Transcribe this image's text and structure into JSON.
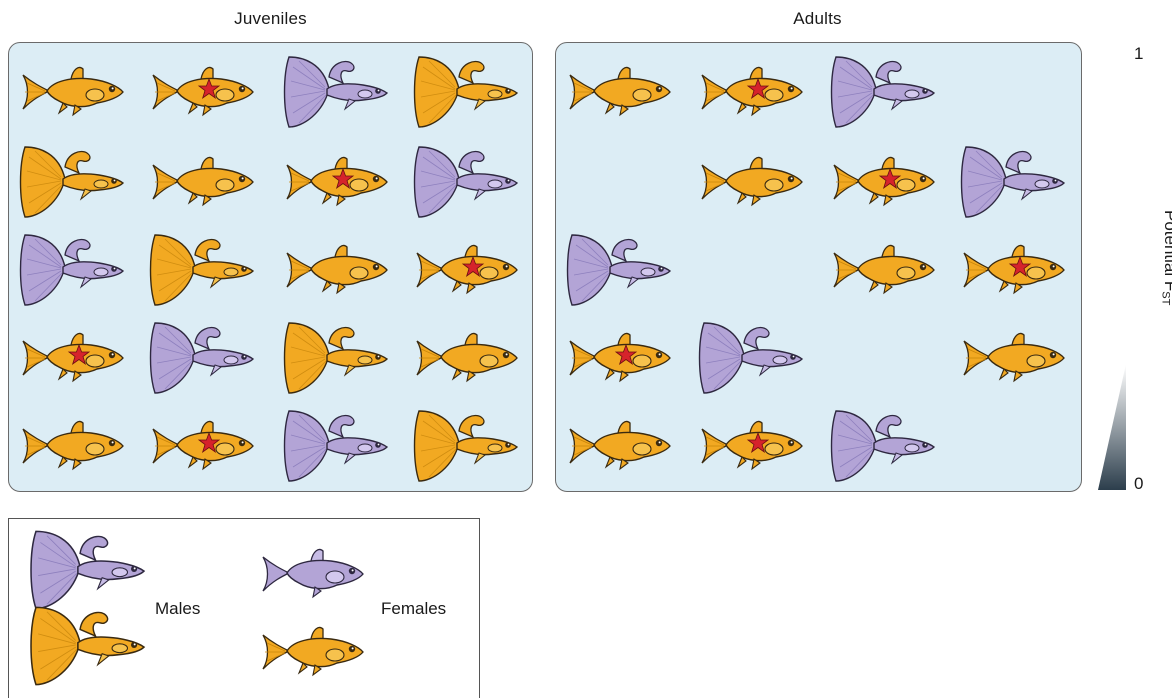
{
  "panels": {
    "juveniles": {
      "title": "Juveniles"
    },
    "adults": {
      "title": "Adults"
    }
  },
  "scale": {
    "top_label": "1",
    "bottom_label": "0",
    "axis_label": "Potential F",
    "axis_sub": "ST"
  },
  "legend": {
    "males_label": "Males",
    "females_label": "Females"
  },
  "colors": {
    "panel_bg": "#dcedf5",
    "orange": "#f2a922",
    "orange_dark": "#c98508",
    "purple": "#b3a4d6",
    "purple_dark": "#7e6fae",
    "star": "#d6232b"
  },
  "juvenile_grid": [
    [
      "female-orange",
      "female-orange-star",
      "male-purple",
      "male-orange"
    ],
    [
      "male-orange",
      "female-orange",
      "female-orange-star",
      "male-purple"
    ],
    [
      "male-purple",
      "male-orange",
      "female-orange",
      "female-orange-star"
    ],
    [
      "female-orange-star",
      "male-purple",
      "male-orange",
      "female-orange"
    ],
    [
      "female-orange",
      "female-orange-star",
      "male-purple",
      "male-orange"
    ]
  ],
  "adult_grid": [
    [
      "female-orange",
      "female-orange-star",
      "male-purple",
      ""
    ],
    [
      "",
      "female-orange",
      "female-orange-star",
      "male-purple"
    ],
    [
      "male-purple",
      "",
      "female-orange",
      "female-orange-star"
    ],
    [
      "female-orange-star",
      "male-purple",
      "",
      "female-orange"
    ],
    [
      "female-orange",
      "female-orange-star",
      "male-purple",
      ""
    ]
  ],
  "legend_fish": [
    "male-purple",
    "male-orange",
    "female-purple",
    "female-orange"
  ]
}
